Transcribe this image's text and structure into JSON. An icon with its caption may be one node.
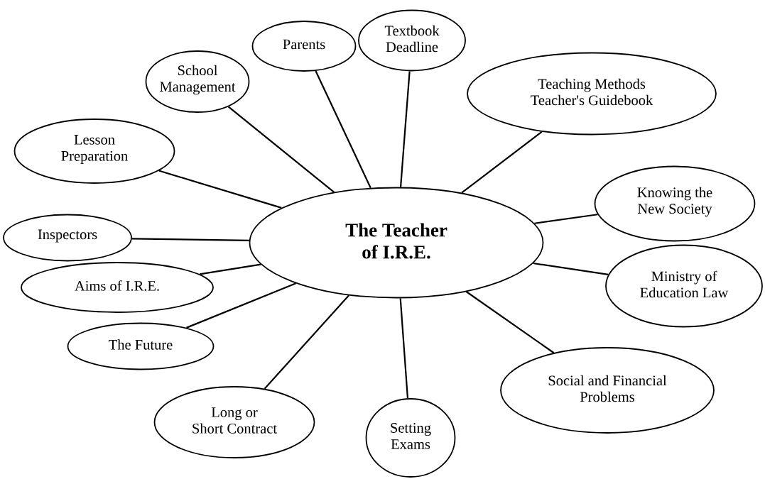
{
  "diagram": {
    "nodes": [
      {
        "text": [
          "The Teacher of I.R.E."
        ]
      },
      {
        "text": [
          "School Management"
        ]
      },
      {
        "text": [
          "Parents"
        ]
      },
      {
        "text": [
          "Textbook Deadline"
        ]
      },
      {
        "text": [
          "Teaching Methods Teacher's Guidebook"
        ]
      },
      {
        "text": [
          "Lesson Preparation"
        ]
      },
      {
        "text": [
          "Knowing the New Society"
        ]
      },
      {
        "text": [
          "Inspectors"
        ]
      },
      {
        "text": [
          "Aims of I.R.E."
        ]
      },
      {
        "text": [
          "Ministry of Education Law"
        ]
      },
      {
        "text": [
          "The Future"
        ]
      },
      {
        "text": [
          "Social and Financial Problems"
        ]
      },
      {
        "text": [
          "Long or Short Contract"
        ]
      },
      {
        "text": [
          "Setting Exams"
        ]
      }
    ],
    "edges": [
      {
        "from": 0,
        "to": 1,
        "arrow": "none"
      },
      {
        "from": 0,
        "to": 2,
        "arrow": "none"
      },
      {
        "from": 0,
        "to": 3,
        "arrow": "none"
      },
      {
        "from": 0,
        "to": 4,
        "arrow": "none"
      },
      {
        "from": 0,
        "to": 5,
        "arrow": "none"
      },
      {
        "from": 0,
        "to": 6,
        "arrow": "none"
      },
      {
        "from": 0,
        "to": 7,
        "arrow": "none"
      },
      {
        "from": 0,
        "to": 8,
        "arrow": "none"
      },
      {
        "from": 0,
        "to": 9,
        "arrow": "none"
      },
      {
        "from": 0,
        "to": 10,
        "arrow": "none"
      },
      {
        "from": 0,
        "to": 11,
        "arrow": "none"
      },
      {
        "from": 0,
        "to": 12,
        "arrow": "none"
      },
      {
        "from": 0,
        "to": 13,
        "arrow": "none"
      }
    ]
  }
}
